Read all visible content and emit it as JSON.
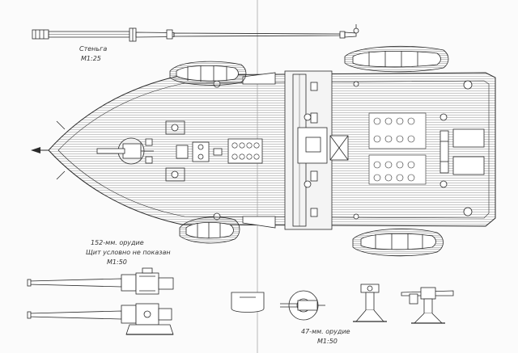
{
  "captions": {
    "topmast": "Стеньга",
    "topmast_scale": "М1:25",
    "gun152": "152-мм. орудие",
    "gun152_note": "Щит условно не показан",
    "gun152_scale": "М1:50",
    "gun47": "47-мм. орудие",
    "gun47_scale": "М1:50"
  },
  "colors": {
    "ink": "#2a2a2a",
    "paper": "#fbfbfb",
    "deck_plank": "#8a8a8a",
    "fold": "#c8c8c8"
  }
}
